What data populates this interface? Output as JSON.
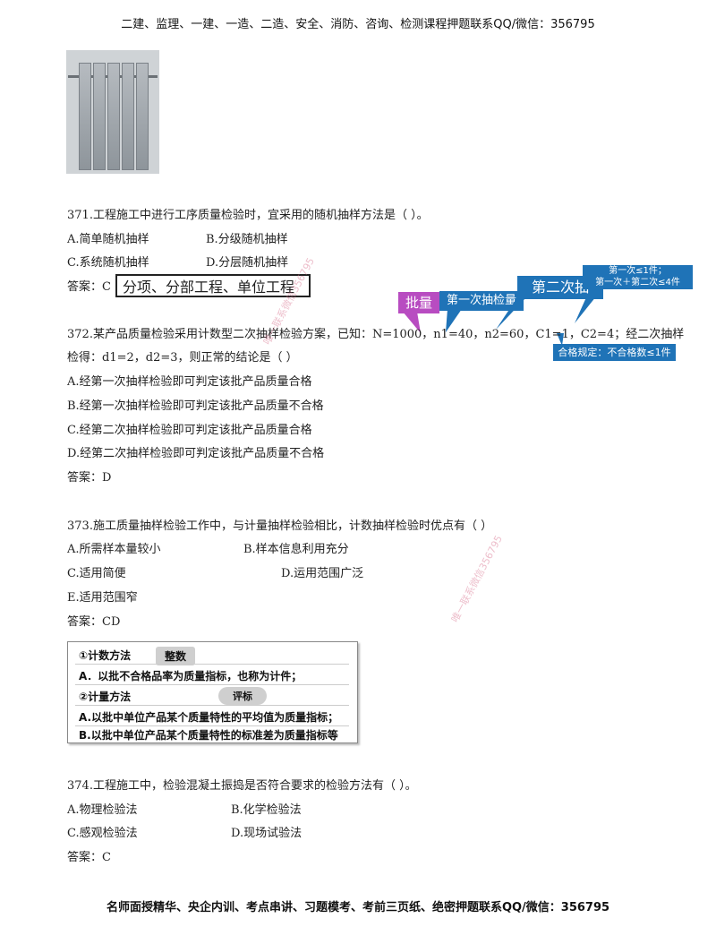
{
  "header": {
    "text": "二建、监理、一建、一造、二造、安全、消防、咨询、检测课程押题联系QQ/微信：356795"
  },
  "footer": {
    "text": "名师面授精华、央企内训、考点串讲、习题模考、考前三页纸、绝密押题联系QQ/微信：356795"
  },
  "watermark": {
    "text": "唯一联系微信356795"
  },
  "q371": {
    "stem": "371.工程施工中进行工序质量检验时，宜采用的随机抽样方法是（ ）。",
    "options": [
      "A.简单随机抽样",
      "B.分级随机抽样",
      "C.系统随机抽样",
      "D.分层随机抽样"
    ],
    "answer": "答案：C",
    "highlight": "分项、分部工程、单位工程"
  },
  "q372": {
    "stem_line1": "372.某产品质量检验采用计数型二次抽样检验方案，已知：N=1000，n1=40，n2=60，C1=1，C2=4；经二次抽样",
    "stem_line2": "检得：d1=2，d2=3，则正常的结论是（ ）",
    "options": [
      "A.经第一次抽样检验即可判定该批产品质量合格",
      "B.经第一次抽样检验即可判定该批产品质量不合格",
      "C.经第二次抽样检验即可判定该批产品质量合格",
      "D.经第二次抽样检验即可判定该批产品质量不合格"
    ],
    "answer": "答案：D",
    "callouts": {
      "batch": "批量",
      "first_sample": "第一次抽检量",
      "second_sample": "第二次抽",
      "rule_line1": "第一次≤1件；",
      "rule_line2": "第一次＋第二次≤4件",
      "pass_rule": "合格规定：不合格数≤1件"
    }
  },
  "q373": {
    "stem": "373.施工质量抽样检验工作中，与计量抽样检验相比，计数抽样检验时优点有（ ）",
    "options": [
      "A.所需样本量较小",
      "B.样本信息利用充分",
      "C.适用简便",
      "D.运用范围广泛",
      "E.适用范围窄"
    ],
    "answer": "答案：CD",
    "note": {
      "line1": "①计数方法",
      "tag1": "整数",
      "line2": "A．以批不合格品率为质量指标，也称为计件；",
      "line3": "②计量方法",
      "tag2": "评标",
      "line4": "A.以批中单位产品某个质量特性的平均值为质量指标；",
      "line5": "B.以批中单位产品某个质量特性的标准差为质量指标等"
    }
  },
  "q374": {
    "stem": "374.工程施工中，检验混凝土振捣是否符合要求的检验方法有（ ）。",
    "options": [
      "A.物理检验法",
      "B.化学检验法",
      "C.感观检验法",
      "D.现场试验法"
    ],
    "answer": "答案：C"
  }
}
